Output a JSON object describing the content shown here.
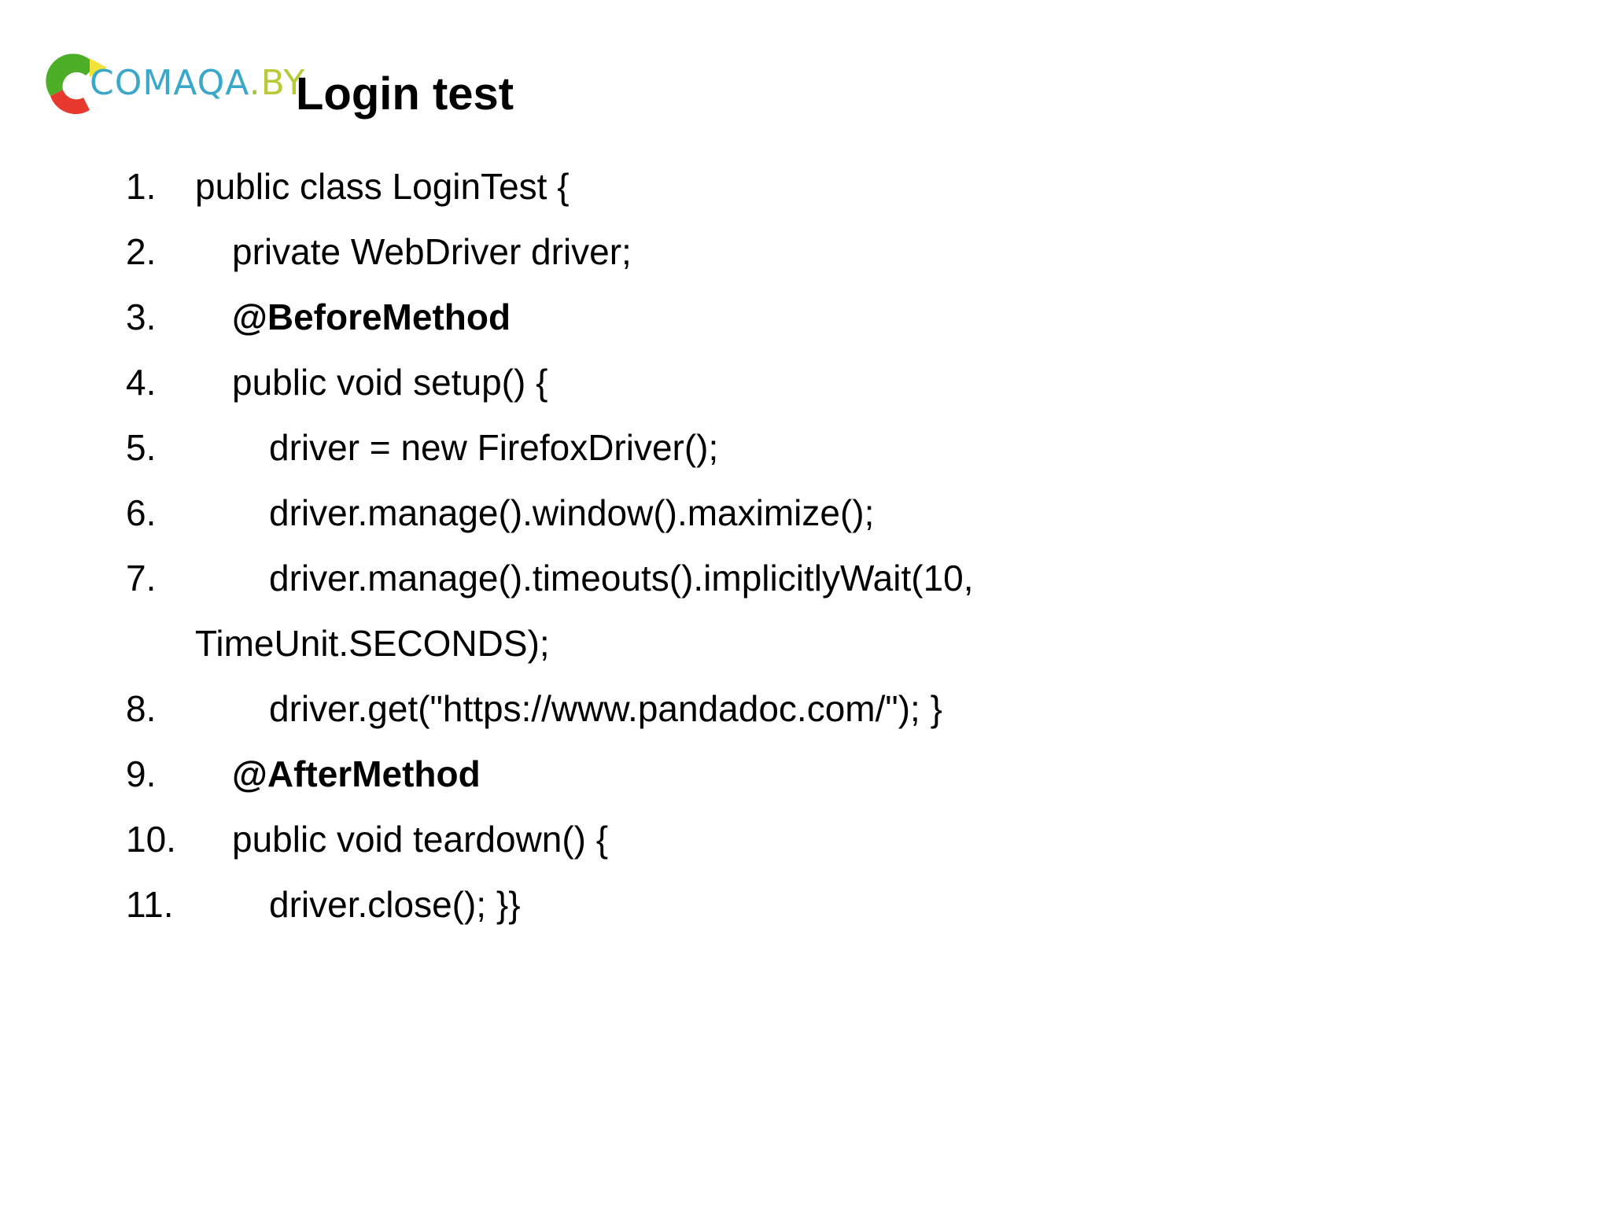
{
  "slide": {
    "title": "Login test",
    "background_color": "#ffffff",
    "text_color": "#000000"
  },
  "logo": {
    "name": "comaqa-by-logo",
    "word_main": "COMAQA",
    "word_dot": ".",
    "word_tld": "BY",
    "arc_colors": {
      "green": "#4caf27",
      "yellow": "#f2e33a",
      "red": "#e8392f"
    },
    "word_colors": {
      "main": "#3aa9c9",
      "tld": "#b9c93a"
    }
  },
  "code": {
    "lines": [
      {
        "number": "1.",
        "text": "public class LoginTest {",
        "indent": 0,
        "bold": false
      },
      {
        "number": "2.",
        "text": "private WebDriver driver;",
        "indent": 1,
        "bold": false
      },
      {
        "number": "3.",
        "text": "@BeforeMethod",
        "indent": 1,
        "bold": true
      },
      {
        "number": "4.",
        "text": "public void setup() {",
        "indent": 1,
        "bold": false
      },
      {
        "number": "5.",
        "text": "driver = new FirefoxDriver();",
        "indent": 2,
        "bold": false
      },
      {
        "number": "6.",
        "text": "driver.manage().window().maximize();",
        "indent": 2,
        "bold": false
      },
      {
        "number": "7.",
        "text": "driver.manage().timeouts().implicitlyWait(10,",
        "indent": 2,
        "bold": false
      },
      {
        "number": "",
        "text": "TimeUnit.SECONDS);",
        "indent": 0,
        "bold": false,
        "continuation": true
      },
      {
        "number": "8.",
        "text": "driver.get(\"https://www.pandadoc.com/\"); }",
        "indent": 2,
        "bold": false
      },
      {
        "number": "9.",
        "text": "@AfterMethod",
        "indent": 1,
        "bold": true
      },
      {
        "number": "10.",
        "text": "public void teardown() {",
        "indent": 1,
        "bold": false
      },
      {
        "number": "11.",
        "text": "driver.close(); }}",
        "indent": 2,
        "bold": false
      }
    ]
  }
}
